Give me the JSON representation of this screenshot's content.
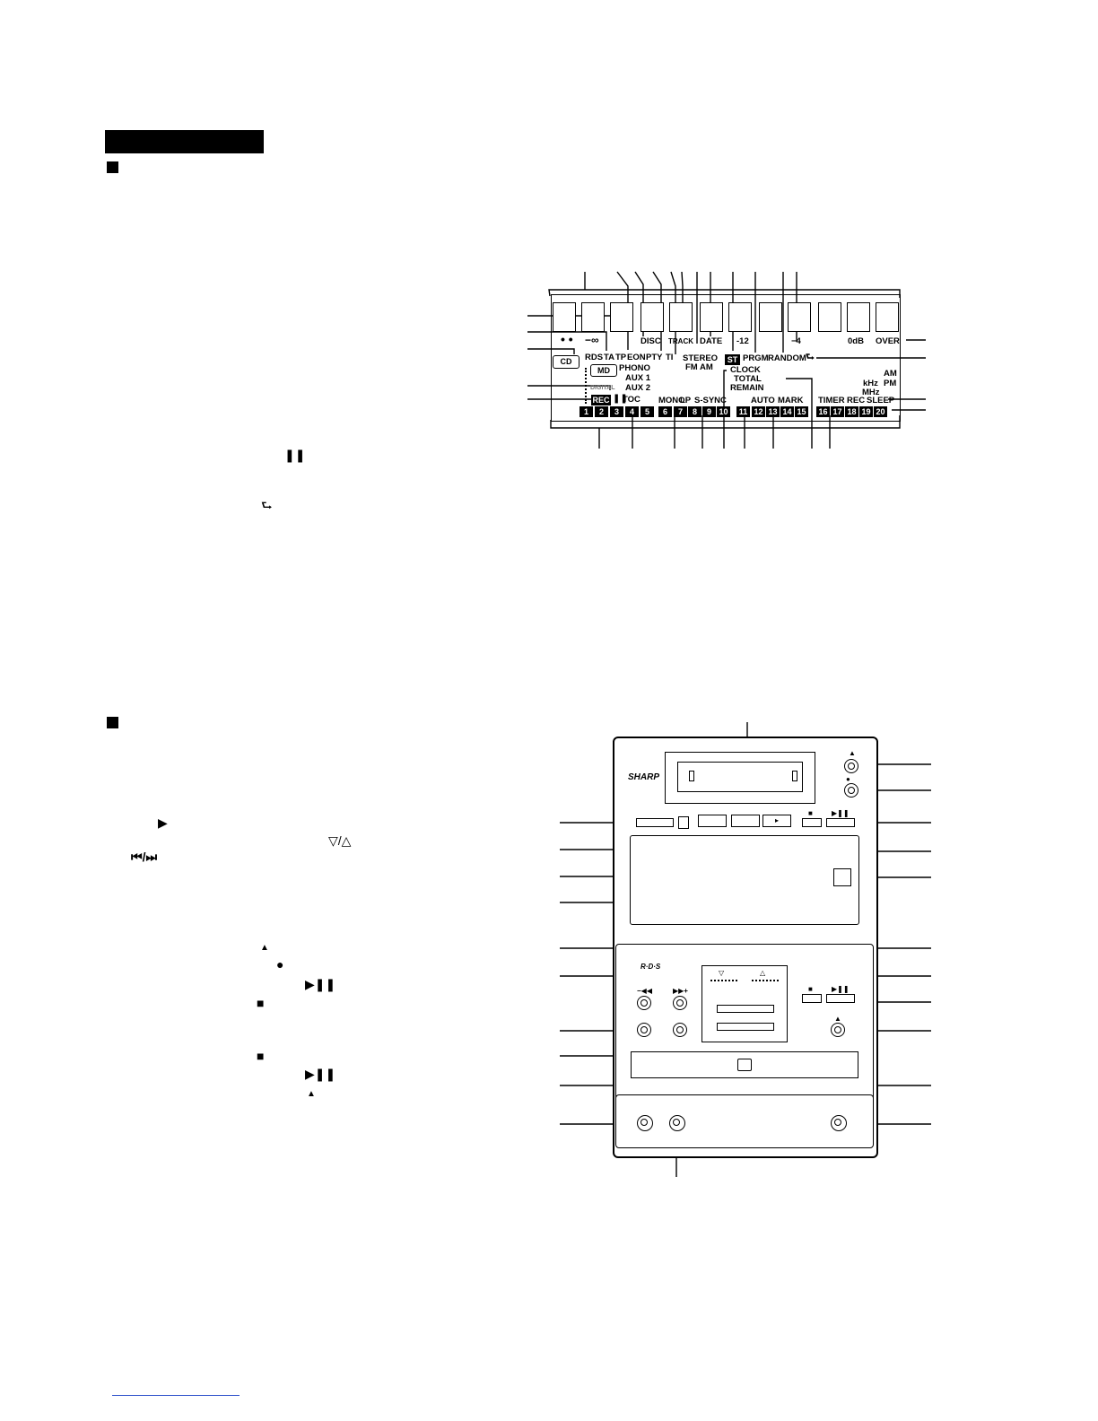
{
  "document": {
    "pause_symbol": "❚❚",
    "repeat_symbol": "⮑",
    "play_symbol": "▶",
    "tuning_symbol": "▽/△",
    "skip_symbol": "⏮/⏭",
    "eject_symbol": "▲",
    "record_symbol": "●",
    "play_pause_symbol": "▶❚❚",
    "stop_symbol": "■"
  },
  "display": {
    "row1": {
      "inf": "−∞",
      "disc": "DISC",
      "track": "TRACK",
      "date": "DATE",
      "minus12": "-12",
      "minus4": "−4",
      "odb": "0dB",
      "over": "OVER"
    },
    "row2": {
      "cd": "CD",
      "rds": "RDS",
      "ta": "TA",
      "tp": "TP",
      "eon": "EON",
      "pty": "PTY",
      "ti": "TI",
      "stereo": "STEREO",
      "st": "ST",
      "prgm": "PRGM",
      "random": "RANDOM"
    },
    "row3": {
      "md": "MD",
      "phono": "PHONO",
      "fm": "FM",
      "am_tuner": "AM",
      "clock": "CLOCK",
      "am": "AM",
      "khz": "kHz",
      "pm": "PM"
    },
    "row4": {
      "aux1": "AUX 1",
      "total": "TOTAL",
      "aux2": "AUX 2",
      "remain": "REMAIN",
      "mhz": "MHz",
      "digital": "DIGITAL"
    },
    "row5": {
      "rec": "REC",
      "toc": "TOC",
      "mono": "MONO",
      "lp": "LP",
      "ssync": "S-SYNC",
      "auto": "AUTO",
      "mark": "MARK",
      "timer": "TIMER",
      "rec2": "REC",
      "sleep": "SLEEP"
    },
    "numbers": [
      "1",
      "2",
      "3",
      "4",
      "5",
      "6",
      "7",
      "8",
      "9",
      "10",
      "11",
      "12",
      "13",
      "14",
      "15",
      "16",
      "17",
      "18",
      "19",
      "20"
    ]
  },
  "unit": {
    "brand": "SHARP",
    "rds_logo": "R·D·S",
    "eject_label": "▲",
    "record_label": "●",
    "stop_label": "■",
    "playpause_label": "▶❚❚",
    "skip_back_label": "−◀◀",
    "skip_fwd_label": "▶▶+",
    "play_label": "▸",
    "tune_down_label": "▽",
    "tune_up_label": "△"
  }
}
